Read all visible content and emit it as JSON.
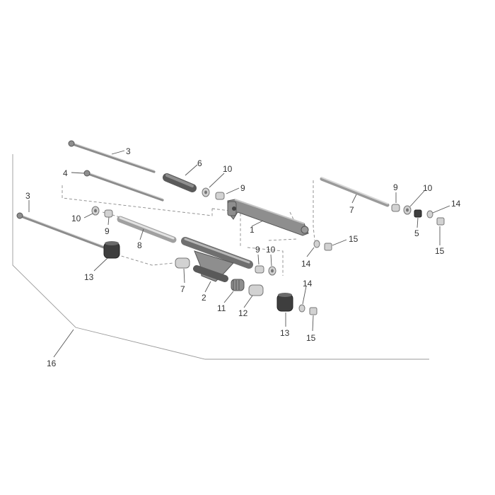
{
  "diagram": {
    "callouts": {
      "c1": "1",
      "c2": "2",
      "c3a": "3",
      "c3b": "3",
      "c4": "4",
      "c5": "5",
      "c6": "6",
      "c7a": "7",
      "c7b": "7",
      "c8": "8",
      "c9a": "9",
      "c9b": "9",
      "c9c": "9",
      "c9d": "9",
      "c10a": "10",
      "c10b": "10",
      "c10c": "10",
      "c10d": "10",
      "c11": "11",
      "c12": "12",
      "c13a": "13",
      "c13b": "13",
      "c14a": "14",
      "c14b": "14",
      "c14c": "14",
      "c15a": "15",
      "c15b": "15",
      "c15c": "15",
      "c16": "16"
    }
  }
}
